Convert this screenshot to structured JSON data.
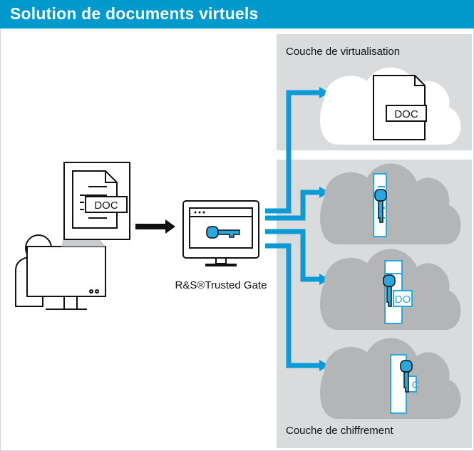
{
  "header": {
    "title": "Solution de documents virtuels"
  },
  "panels": {
    "virtualization_label": "Couche de virtualisation",
    "encryption_label": "Couche de chiffrement"
  },
  "gateway": {
    "label": "R&S®Trusted Gate"
  },
  "documents": {
    "source_tag": "DOC",
    "virtual_tag": "DOC",
    "fragment_2_tag": "DO",
    "fragment_3_tag": "C"
  },
  "colors": {
    "accent": "#0099cc",
    "connector": "#0a9ad6",
    "key": "#29a8e0",
    "panel": "#d9dbdd",
    "cloud_gray": "#b3b5b7"
  }
}
